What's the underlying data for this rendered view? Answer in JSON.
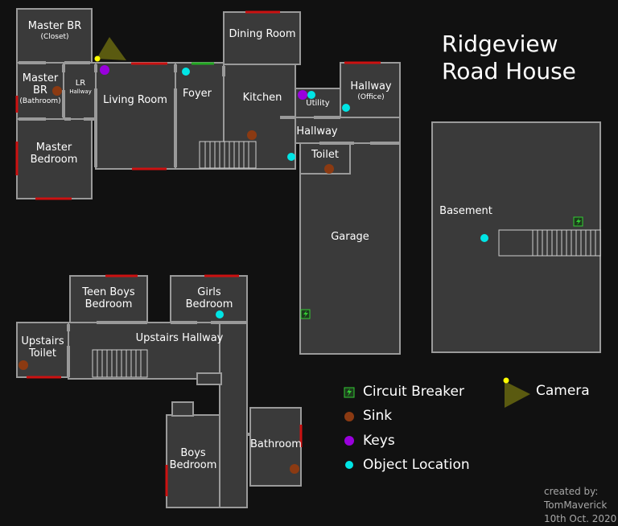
{
  "title": {
    "line1": "Ridgeview",
    "line2": "Road House"
  },
  "colors": {
    "background": "#111111",
    "room_fill": "#3a3a3a",
    "wall": "#9a9a9a",
    "window": "#cc1111",
    "door_green": "#22aa22",
    "sink": "#8b3a12",
    "keys": "#9900dd",
    "object": "#00e5e5",
    "camera": "#5a5a10",
    "camera_lens": "#ffff00",
    "breaker": "#33cc33"
  },
  "rooms": {
    "master_closet": {
      "name": "Master BR",
      "sub": "(Closet)"
    },
    "master_bath": {
      "name1": "Master",
      "name2": "BR",
      "sub": "(Bathroom)"
    },
    "lr_hallway": {
      "name": "LR",
      "sub": "Hallway"
    },
    "living_room": {
      "name": "Living Room"
    },
    "foyer": {
      "name": "Foyer"
    },
    "dining_room": {
      "name": "Dining Room"
    },
    "kitchen": {
      "name": "Kitchen"
    },
    "utility": {
      "name": "Utility"
    },
    "hallway_office": {
      "name": "Hallway",
      "sub": "(Office)"
    },
    "hallway": {
      "name": "Hallway"
    },
    "toilet": {
      "name": "Toilet"
    },
    "master_bedroom": {
      "name1": "Master",
      "name2": "Bedroom"
    },
    "garage": {
      "name": "Garage"
    },
    "basement": {
      "name": "Basement"
    },
    "teen_boys": {
      "name1": "Teen Boys",
      "name2": "Bedroom"
    },
    "girls": {
      "name1": "Girls",
      "name2": "Bedroom"
    },
    "upstairs_toilet": {
      "name1": "Upstairs",
      "name2": "Toilet"
    },
    "upstairs_hallway": {
      "name": "Upstairs Hallway"
    },
    "boys_bedroom": {
      "name1": "Boys",
      "name2": "Bedroom"
    },
    "bathroom": {
      "name": "Bathroom"
    }
  },
  "legend": {
    "circuit_breaker": "Circuit Breaker",
    "sink": "Sink",
    "keys": "Keys",
    "object_location": "Object Location",
    "camera": "Camera"
  },
  "credit": {
    "line1": "created by:",
    "line2": "TomMaverick",
    "line3": "10th Oct. 2020"
  }
}
